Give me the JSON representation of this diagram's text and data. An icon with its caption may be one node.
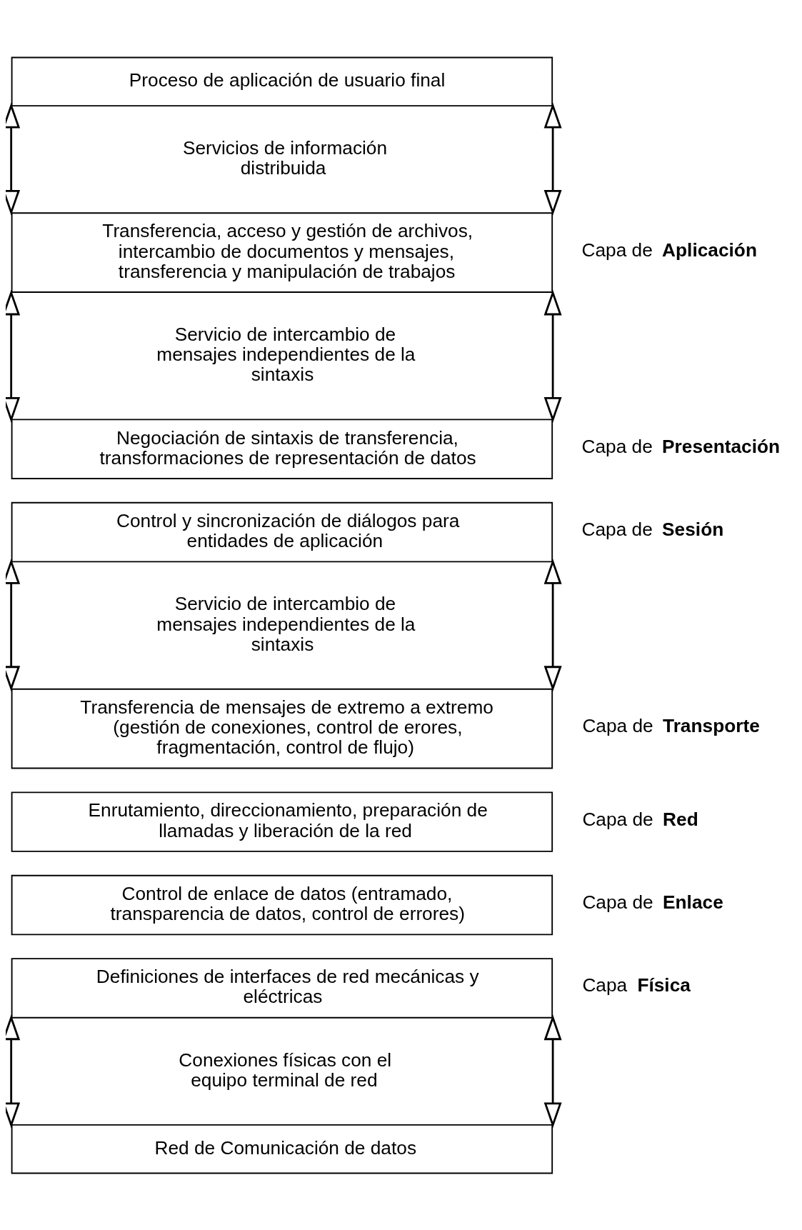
{
  "diagram": {
    "nodes": [
      {
        "text": [
          "Proceso de aplicación de usuario final"
        ]
      },
      {
        "text": [
          "Transferencia, acceso y gestión de archivos, intercambio de documentos y mensajes, transferencia y manipulación de trabajos"
        ],
        "beside": [
          "Capa de **Aplicación**"
        ]
      },
      {
        "text": [
          "Negociación de sintaxis de transferencia, transformaciones de representación de datos"
        ],
        "beside": [
          "Capa de **Presentación**"
        ]
      },
      {
        "text": [
          "Control y sincronización de diálogos para entidades de aplicación"
        ],
        "beside": [
          "Capa de **Sesión**"
        ]
      },
      {
        "text": [
          "Transferencia de mensajes de extremo a extremo (gestión de conexiones, control de erores, fragmentación, control de flujo)"
        ],
        "beside": [
          "Capa de **Transporte**"
        ]
      },
      {
        "text": [
          "Enrutamiento, direccionamiento, preparación de llamadas y liberación de la red"
        ],
        "beside": [
          "Capa de **Red**"
        ]
      },
      {
        "text": [
          "Control de enlace de datos (entramado, transparencia de datos, control de errores)"
        ],
        "beside": [
          "Capa de **Enlace**"
        ]
      },
      {
        "text": [
          "Definiciones de interfaces de red mecánicas y eléctricas"
        ],
        "beside": [
          "Capa **Física**"
        ]
      },
      {
        "text": [
          "Red de Comunicación de datos"
        ]
      }
    ],
    "edges": [
      {
        "from": 0,
        "to": 1,
        "arrow": "both"
      },
      {
        "from": 0,
        "to": 1,
        "arrow": "both"
      },
      {
        "from": 1,
        "to": 2,
        "arrow": "both"
      },
      {
        "from": 1,
        "to": 2,
        "arrow": "both"
      },
      {
        "from": 3,
        "to": 4,
        "arrow": "both"
      },
      {
        "from": 3,
        "to": 4,
        "arrow": "both"
      },
      {
        "from": 7,
        "to": 8,
        "arrow": "both"
      },
      {
        "from": 7,
        "to": 8,
        "arrow": "both"
      }
    ],
    "labels": [
      "Servicios de información distribuida",
      "Servicio de intercambio de mensajes independientes de la sintaxis",
      "Servicio de intercambio de mensajes independientes de la sintaxis",
      "Conexiones físicas con el equipo terminal de red"
    ]
  }
}
